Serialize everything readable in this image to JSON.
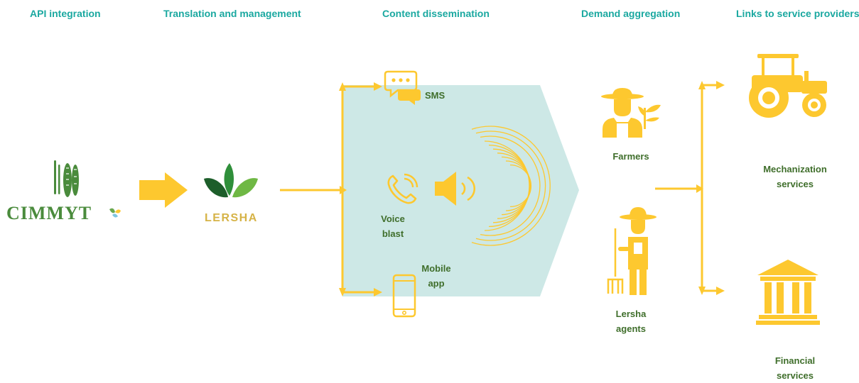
{
  "headers": {
    "api": "API integration",
    "translation": "Translation and management",
    "content": "Content dissemination",
    "demand": "Demand aggregation",
    "links": "Links to service providers"
  },
  "logos": {
    "cimmyt": "CIMMYT",
    "lersha": "LERSHA"
  },
  "channels": {
    "sms": "SMS",
    "voice_line1": "Voice",
    "voice_line2": "blast",
    "mobile_line1": "Mobile",
    "mobile_line2": "app"
  },
  "demand": {
    "farmers": "Farmers",
    "agents_line1": "Lersha",
    "agents_line2": "agents"
  },
  "providers": {
    "mech_line1": "Mechanization",
    "mech_line2": "services",
    "fin_line1": "Financial",
    "fin_line2": "services"
  },
  "colors": {
    "yellow": "#fdc82f",
    "teal_text": "#1aa8a0",
    "green_text": "#3f6e2b",
    "panel": "#cde8e6",
    "cimmyt_green": "#4a8b3c",
    "lersha_gold": "#d6b347"
  },
  "icons": [
    "wheat-icon",
    "lersha-leaf-icon",
    "chat-bubble-icon",
    "phone-icon",
    "speaker-icon",
    "sound-wave-icon",
    "mobile-phone-icon",
    "farmer-icon",
    "plant-icon",
    "agent-icon",
    "pitchfork-icon",
    "tractor-icon",
    "bank-icon"
  ]
}
